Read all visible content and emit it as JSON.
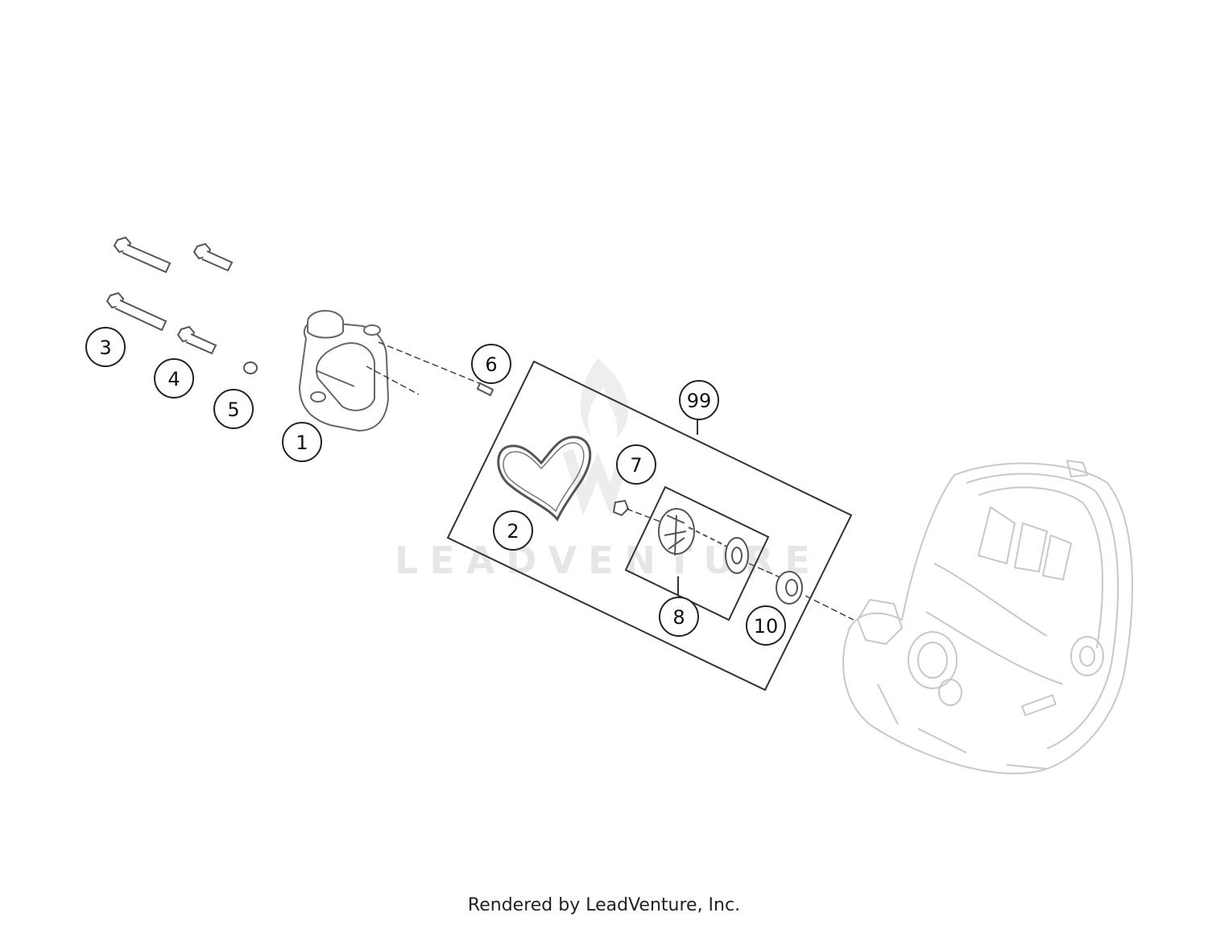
{
  "callouts": {
    "c1": "1",
    "c2": "2",
    "c3": "3",
    "c4": "4",
    "c5": "5",
    "c6": "6",
    "c7": "7",
    "c8": "8",
    "c10": "10",
    "c99": "99"
  },
  "watermark": "LEADVENTURE",
  "footer": "Rendered by LeadVenture, Inc."
}
